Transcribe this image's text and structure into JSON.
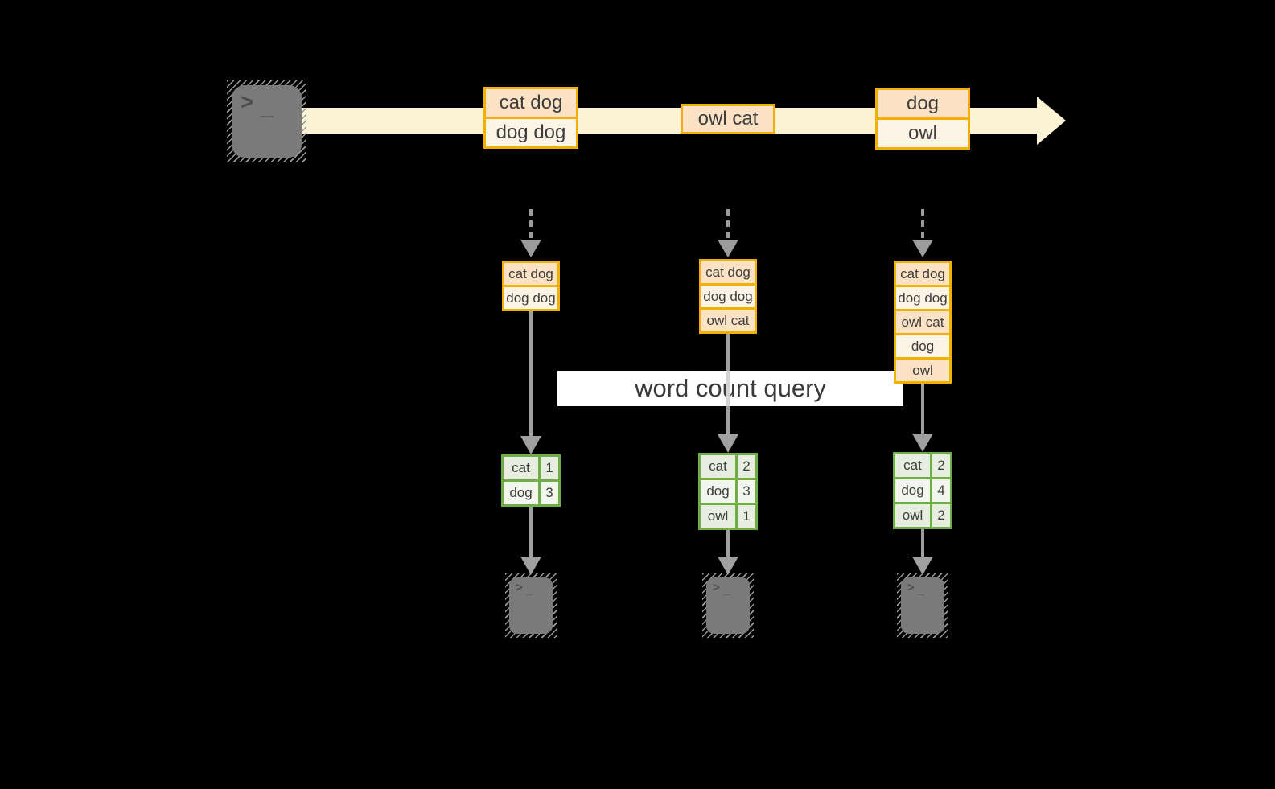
{
  "colors": {
    "background": "#000000",
    "stream_band": "#FCF3D4",
    "orange_border": "#F2B100",
    "peach_fill": "#FBE2C5",
    "cream_fill": "#FDF4E5",
    "green_border": "#6FAE47",
    "green_fill_dark": "#E7EEDF",
    "green_fill_light": "#F3F6EC",
    "arrow_gray": "#A0A0A0",
    "terminal_gray": "#7A7A7A",
    "banner_background": "#FFFFFF",
    "text_dark": "#3D3D3D"
  },
  "source_terminal": {
    "prompt": ">",
    "cursor": "_"
  },
  "stream_events": [
    {
      "rows": [
        "cat dog",
        "dog dog"
      ]
    },
    {
      "rows": [
        "owl cat"
      ]
    },
    {
      "rows": [
        "dog",
        "owl"
      ]
    }
  ],
  "windows": [
    {
      "rows": [
        "cat dog",
        "dog dog"
      ]
    },
    {
      "rows": [
        "cat dog",
        "dog dog",
        "owl cat"
      ]
    },
    {
      "rows": [
        "cat dog",
        "dog dog",
        "owl cat",
        "dog",
        "owl"
      ]
    }
  ],
  "query": {
    "label": "word count query"
  },
  "results": [
    {
      "rows": [
        {
          "word": "cat",
          "count": "1"
        },
        {
          "word": "dog",
          "count": "3"
        }
      ]
    },
    {
      "rows": [
        {
          "word": "cat",
          "count": "2"
        },
        {
          "word": "dog",
          "count": "3"
        },
        {
          "word": "owl",
          "count": "1"
        }
      ]
    },
    {
      "rows": [
        {
          "word": "cat",
          "count": "2"
        },
        {
          "word": "dog",
          "count": "4"
        },
        {
          "word": "owl",
          "count": "2"
        }
      ]
    }
  ],
  "sink_terminals": [
    {
      "prompt": ">",
      "cursor": "_"
    },
    {
      "prompt": ">",
      "cursor": "_"
    },
    {
      "prompt": ">",
      "cursor": "_"
    }
  ]
}
